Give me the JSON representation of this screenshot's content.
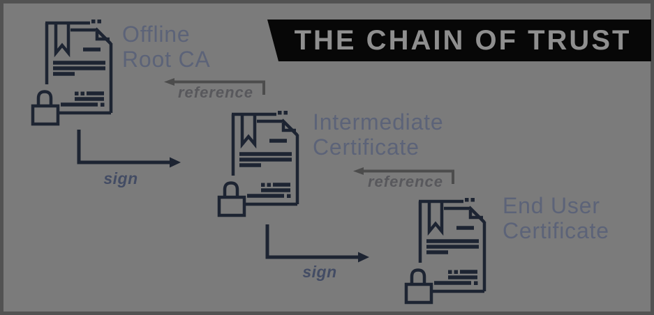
{
  "banner": {
    "title": "THE CHAIN OF TRUST",
    "bg_color": "#070707",
    "text_color": "#8f8f8f"
  },
  "nodes": [
    {
      "name": "offline-root-ca",
      "label": [
        "Offline",
        "Root CA"
      ],
      "icon": "certificate-lock-icon"
    },
    {
      "name": "intermediate-certificate",
      "label": [
        "Intermediate",
        "Certificate"
      ],
      "icon": "certificate-lock-icon"
    },
    {
      "name": "end-user-certificate",
      "label": [
        "End User",
        "Certificate"
      ],
      "icon": "certificate-lock-icon"
    }
  ],
  "arrows": {
    "sign": [
      {
        "label": "sign",
        "from": "offline-root-ca",
        "to": "intermediate-certificate",
        "direction": "down-then-right"
      },
      {
        "label": "sign",
        "from": "intermediate-certificate",
        "to": "end-user-certificate",
        "direction": "down-then-right"
      }
    ],
    "reference": [
      {
        "label": "reference",
        "from": "intermediate-certificate",
        "to": "offline-root-ca",
        "direction": "up-then-left"
      },
      {
        "label": "reference",
        "from": "end-user-certificate",
        "to": "intermediate-certificate",
        "direction": "up-then-left"
      }
    ]
  },
  "colors": {
    "background": "#7b7b7b",
    "icon_stroke": "#1d2432",
    "node_label": "#5c6378",
    "sign_arrow": "#1d2432",
    "sign_label": "#434c64",
    "reference_arrow": "#4c4c4c",
    "reference_label": "#58585c"
  }
}
